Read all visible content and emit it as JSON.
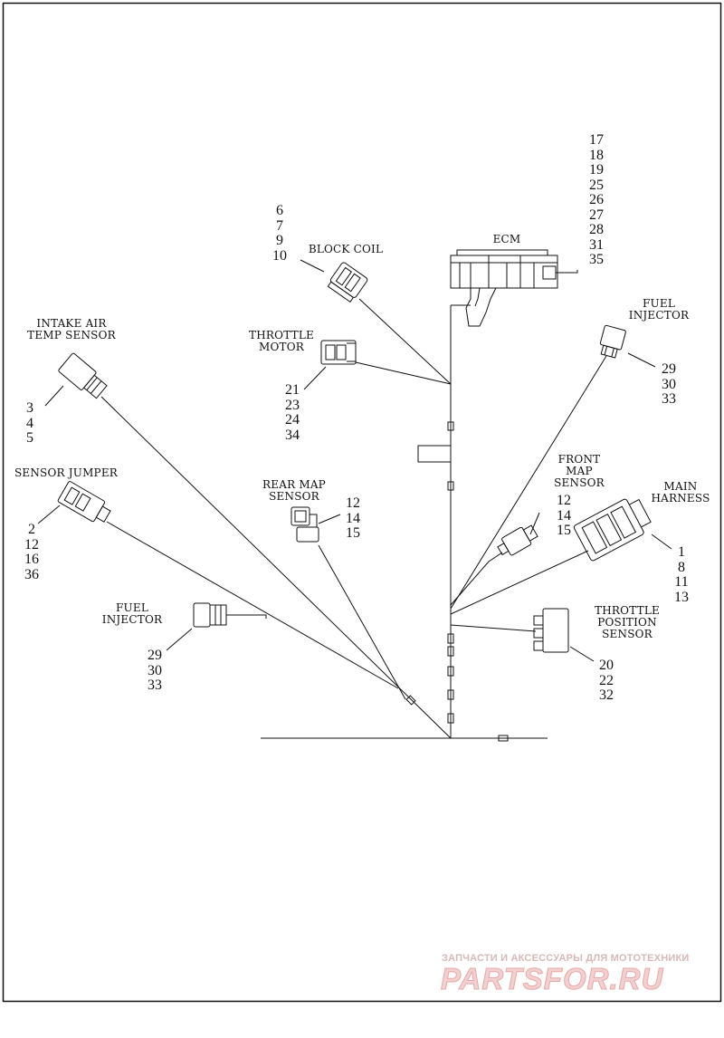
{
  "labels": {
    "ecm": "ECM",
    "block_coil": "BLOCK COIL",
    "throttle_motor": [
      "THROTTLE",
      "MOTOR"
    ],
    "intake_air_temp_sensor": [
      "INTAKE AIR",
      "TEMP SENSOR"
    ],
    "sensor_jumper": "SENSOR JUMPER",
    "rear_map_sensor": [
      "REAR MAP",
      "SENSOR"
    ],
    "fuel_injector_left": [
      "FUEL",
      "INJECTOR"
    ],
    "fuel_injector_right": [
      "FUEL",
      "INJECTOR"
    ],
    "front_map_sensor": [
      "FRONT",
      "MAP",
      "SENSOR"
    ],
    "main_harness": [
      "MAIN",
      "HARNESS"
    ],
    "throttle_position_sensor": [
      "THROTTLE",
      "POSITION",
      "SENSOR"
    ]
  },
  "callouts": {
    "ecm": [
      "17",
      "18",
      "19",
      "25",
      "26",
      "27",
      "28",
      "31",
      "35"
    ],
    "block_coil": [
      "6",
      "7",
      "9",
      "10"
    ],
    "throttle_motor": [
      "21",
      "23",
      "24",
      "34"
    ],
    "intake_air_temp_sensor": [
      "3",
      "4",
      "5"
    ],
    "sensor_jumper": [
      "2",
      "12",
      "16",
      "36"
    ],
    "rear_map_sensor": [
      "12",
      "14",
      "15"
    ],
    "fuel_injector_left": [
      "29",
      "30",
      "33"
    ],
    "fuel_injector_right": [
      "29",
      "30",
      "33"
    ],
    "front_map_sensor": [
      "12",
      "14",
      "15"
    ],
    "main_harness": [
      "1",
      "8",
      "11",
      "13"
    ],
    "throttle_position_sensor": [
      "20",
      "22",
      "32"
    ]
  },
  "watermark": {
    "tagline": "ЗАПЧАСТИ И АКСЕССУАРЫ ДЛЯ МОТОТЕХНИКИ",
    "brand": "PARTSFOR.RU"
  }
}
